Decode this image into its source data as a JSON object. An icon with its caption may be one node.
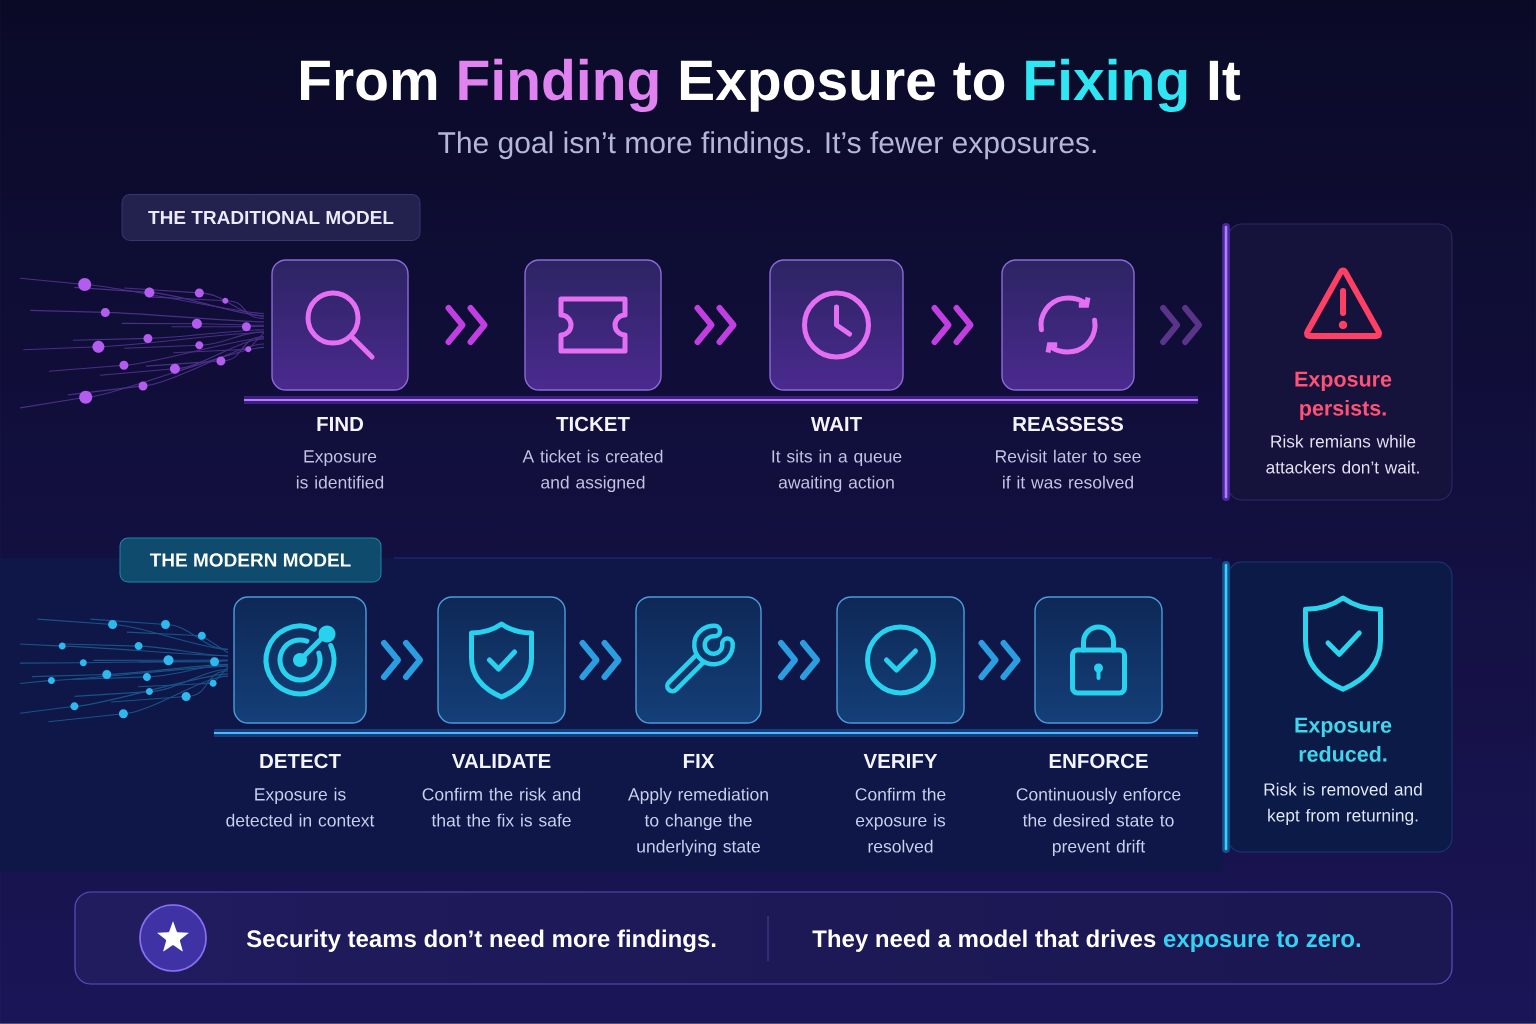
{
  "diagram": {
    "title": "From Finding Exposure to Fixing It",
    "nodes": [
      {
        "text": [
          "THE TRADITIONAL MODEL"
        ]
      },
      {
        "text": [
          "FIND",
          "Exposure is identified"
        ]
      },
      {
        "text": [
          "TICKET",
          "A ticket is created and assigned"
        ]
      },
      {
        "text": [
          "WAIT",
          "It sits in a queue awaiting action"
        ]
      },
      {
        "text": [
          "REASSESS",
          "Revisit later to see if it was resolved"
        ]
      },
      {
        "text": [
          "Exposure persists.",
          "Risk remians while attackers don’t wait."
        ]
      },
      {
        "text": [
          "THE MODERN MODEL"
        ]
      },
      {
        "text": [
          "DETECT",
          "Exposure is detected in context"
        ]
      },
      {
        "text": [
          "VALIDATE",
          "Confirm the risk and that the fix is safe"
        ]
      },
      {
        "text": [
          "FIX",
          "Apply remediation to change the underlying state"
        ]
      },
      {
        "text": [
          "VERIFY",
          "Confirm the exposure is resolved"
        ]
      },
      {
        "text": [
          "ENFORCE",
          "Continuously enforce the desired state to prevent drift"
        ]
      },
      {
        "text": [
          "Exposure reduced.",
          "Risk is removed and kept from returning."
        ]
      },
      {
        "text": [
          "Security teams don’t need more findings.",
          "They need a model that drives exposure to zero."
        ]
      }
    ],
    "edges": [
      {
        "from": 1,
        "to": 2,
        "arrow": "to",
        "color": "#c13fe0"
      },
      {
        "from": 2,
        "to": 3,
        "arrow": "to",
        "color": "#c13fe0"
      },
      {
        "from": 3,
        "to": 4,
        "arrow": "to",
        "color": "#c13fe0"
      },
      {
        "from": 4,
        "to": 5,
        "arrow": "to",
        "color": "#5a3488"
      },
      {
        "from": 7,
        "to": 8,
        "arrow": "to",
        "color": "#2a9ee0"
      },
      {
        "from": 8,
        "to": 9,
        "arrow": "to",
        "color": "#2a9ee0"
      },
      {
        "from": 9,
        "to": 10,
        "arrow": "to",
        "color": "#2a9ee0"
      },
      {
        "from": 10,
        "to": 11,
        "arrow": "to",
        "color": "#2a9ee0"
      }
    ],
    "labels": [
      "The goal isn’t more findings. It’s fewer exposures."
    ]
  }
}
